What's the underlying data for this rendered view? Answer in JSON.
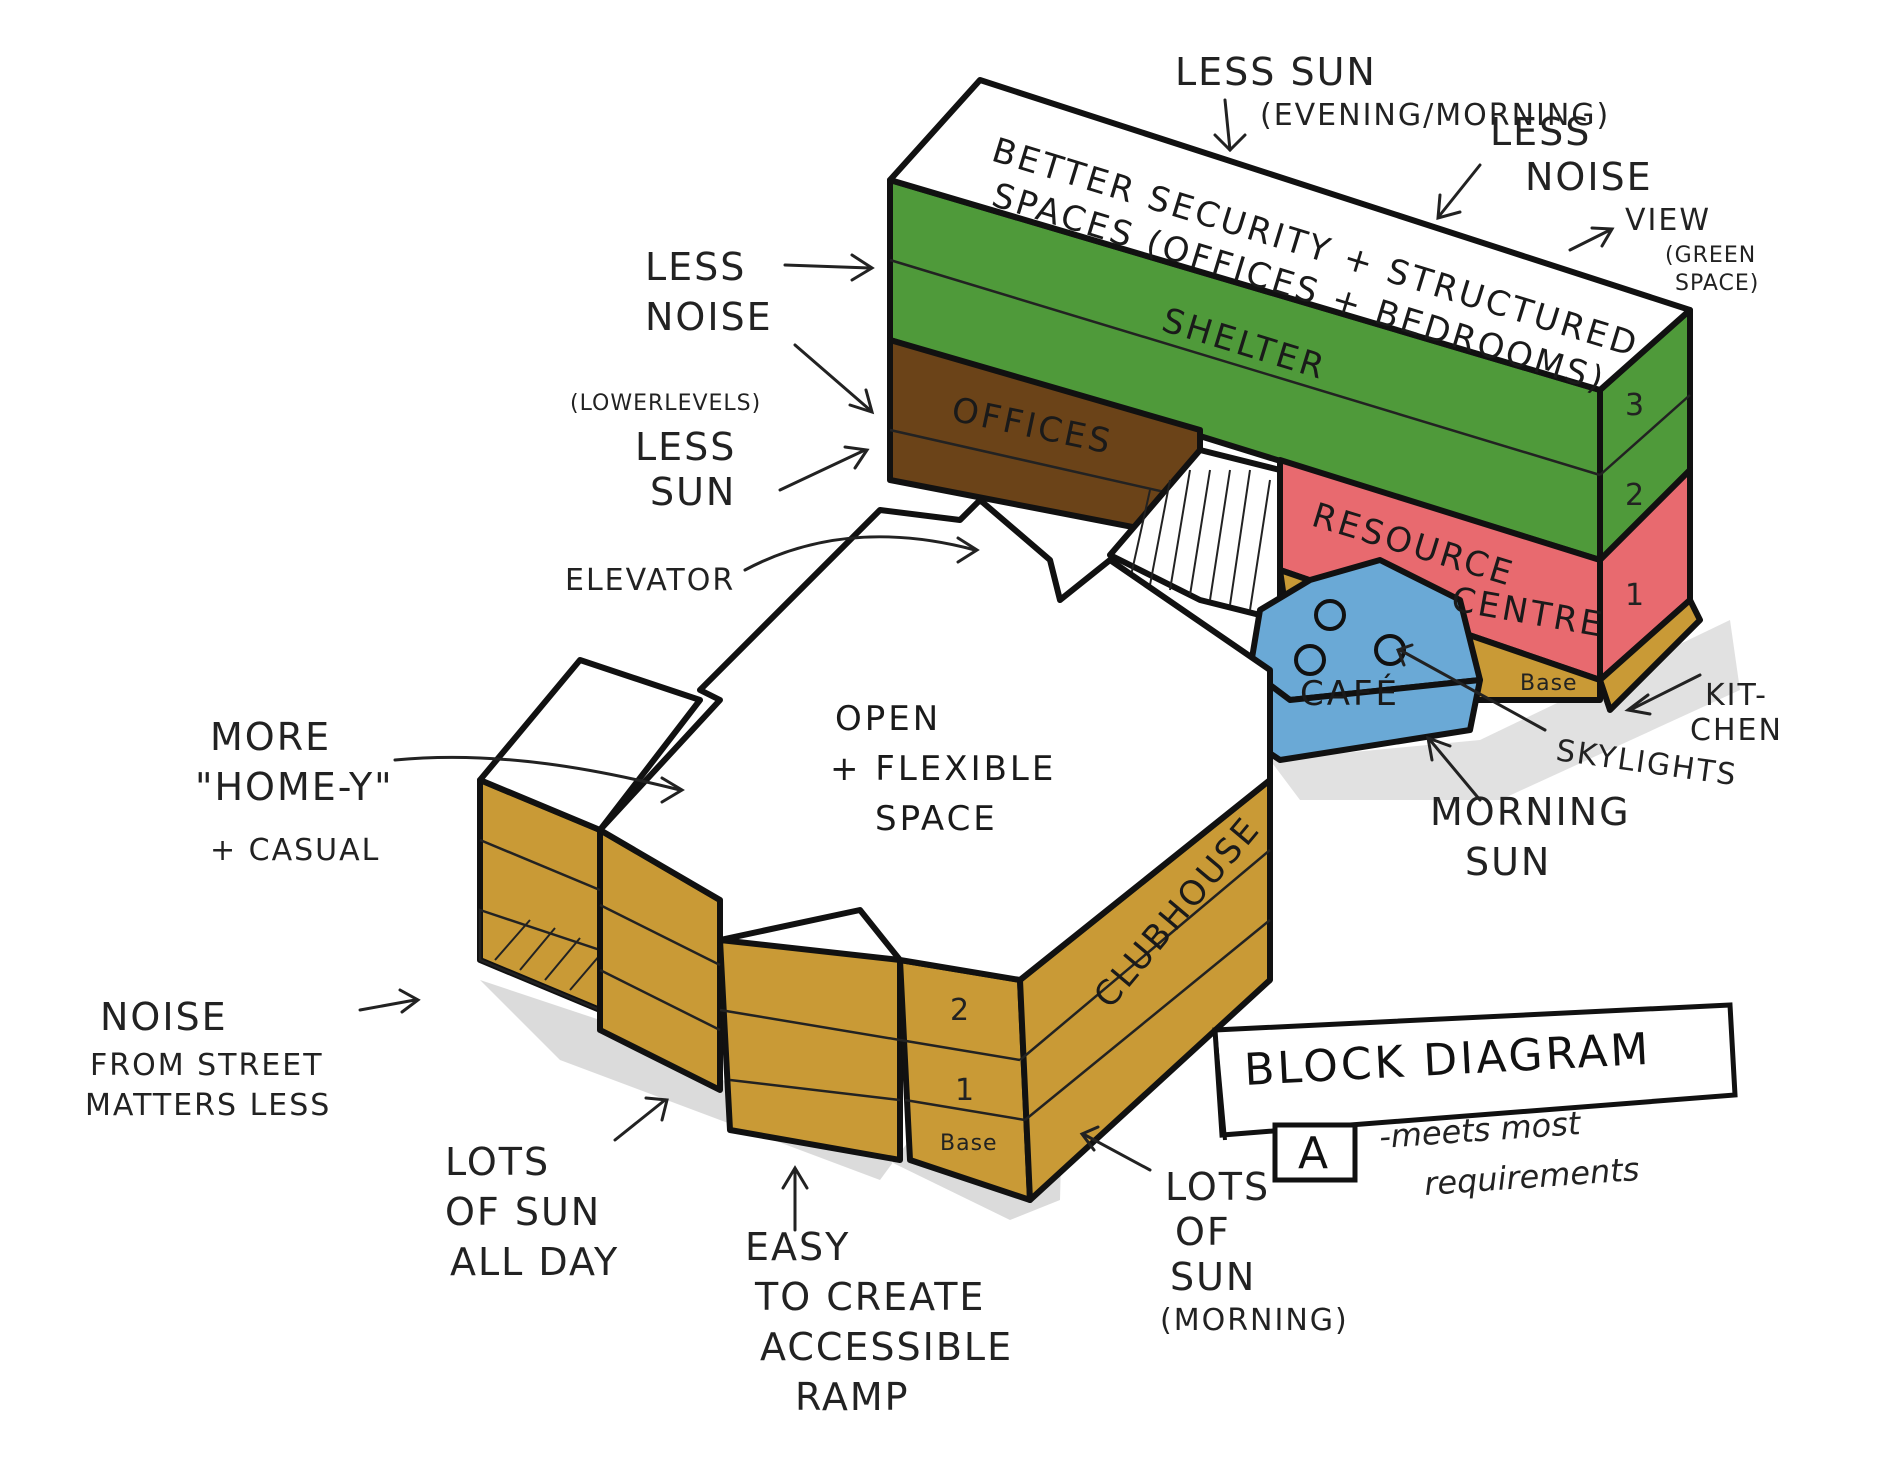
{
  "diagram": {
    "legend": {
      "title": "BLOCK DIAGRAM",
      "badge": "A",
      "note_line1": "-meets most",
      "note_line2": "requirements"
    },
    "colors": {
      "green": "#4f9a3a",
      "brown": "#6b4318",
      "pink": "#e86a6f",
      "gold": "#c99a36",
      "blue": "#6aa9d6",
      "roof": "#ffffff",
      "shadow": "#c9c9c9",
      "ink": "#111111"
    },
    "faces": {
      "roof_top_line1": "BETTER SECURITY + STRUCTURED",
      "roof_top_line2": "SPACES (OFFICES + BEDROOMS)",
      "shelter": "SHELTER",
      "offices": "OFFICES",
      "resource_line1": "RESOURCE",
      "resource_line2": "CENTRE",
      "cafe": "CAFÉ",
      "open_line1": "OPEN",
      "open_line2": "+ FLEXIBLE",
      "open_line3": "SPACE",
      "clubhouse": "CLUBHOUSE",
      "floor_3": "3",
      "floor_2_rear": "2",
      "floor_1_rear": "1",
      "base_rear": "Base",
      "floor_2_front": "2",
      "floor_1_front": "1",
      "base_front": "Base"
    },
    "annotations": {
      "less_sun_top_line1": "LESS SUN",
      "less_sun_top_line2": "(EVENING/MORNING)",
      "less_noise_top_line1": "LESS",
      "less_noise_top_line2": "NOISE",
      "view_line1": "VIEW",
      "view_line2": "(GREEN",
      "view_line3": "SPACE)",
      "less_noise_left_line1": "LESS",
      "less_noise_left_line2": "NOISE",
      "lower_levels": "(LOWERLEVELS)",
      "less_sun_left_line1": "LESS",
      "less_sun_left_line2": "SUN",
      "elevator": "ELEVATOR",
      "more_homey_line1": "MORE",
      "more_homey_line2": "\"HOME-Y\"",
      "more_homey_line3": "+ CASUAL",
      "noise_street_line1": "NOISE",
      "noise_street_line2": "FROM STREET",
      "noise_street_line3": "MATTERS LESS",
      "lots_sun_day_line1": "LOTS",
      "lots_sun_day_line2": "OF SUN",
      "lots_sun_day_line3": "ALL DAY",
      "ramp_line1": "EASY",
      "ramp_line2": "TO CREATE",
      "ramp_line3": "ACCESSIBLE",
      "ramp_line4": "RAMP",
      "lots_sun_morning_line1": "LOTS",
      "lots_sun_morning_line2": "OF",
      "lots_sun_morning_line3": "SUN",
      "lots_sun_morning_line4": "(MORNING)",
      "kitchen_line1": "KIT-",
      "kitchen_line2": "CHEN",
      "skylights": "SKYLIGHTS",
      "morning_sun_line1": "MORNING",
      "morning_sun_line2": "SUN"
    }
  }
}
